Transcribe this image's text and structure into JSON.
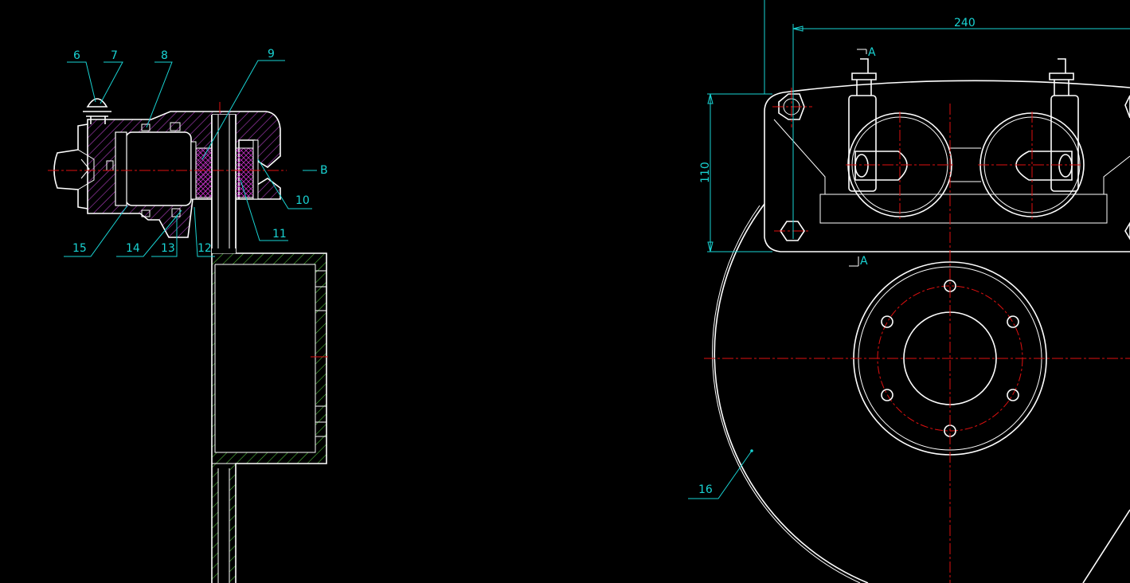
{
  "callouts": {
    "c6": "6",
    "c7": "7",
    "c8": "8",
    "c9": "9",
    "c10": "10",
    "c11": "11",
    "c12": "12",
    "c13": "13",
    "c14": "14",
    "c15": "15",
    "c16": "16"
  },
  "dimensions": {
    "width": "240",
    "height": "110"
  },
  "section_marks": {
    "b": "B",
    "a_top": "A",
    "a_bottom": "A"
  },
  "colors": {
    "background": "#000000",
    "outline": "#ffffff",
    "centerline": "#e01010",
    "annotation": "#19d3d3",
    "hatch_caliper": "#b040c0",
    "hatch_disc": "#4fbf3a"
  }
}
